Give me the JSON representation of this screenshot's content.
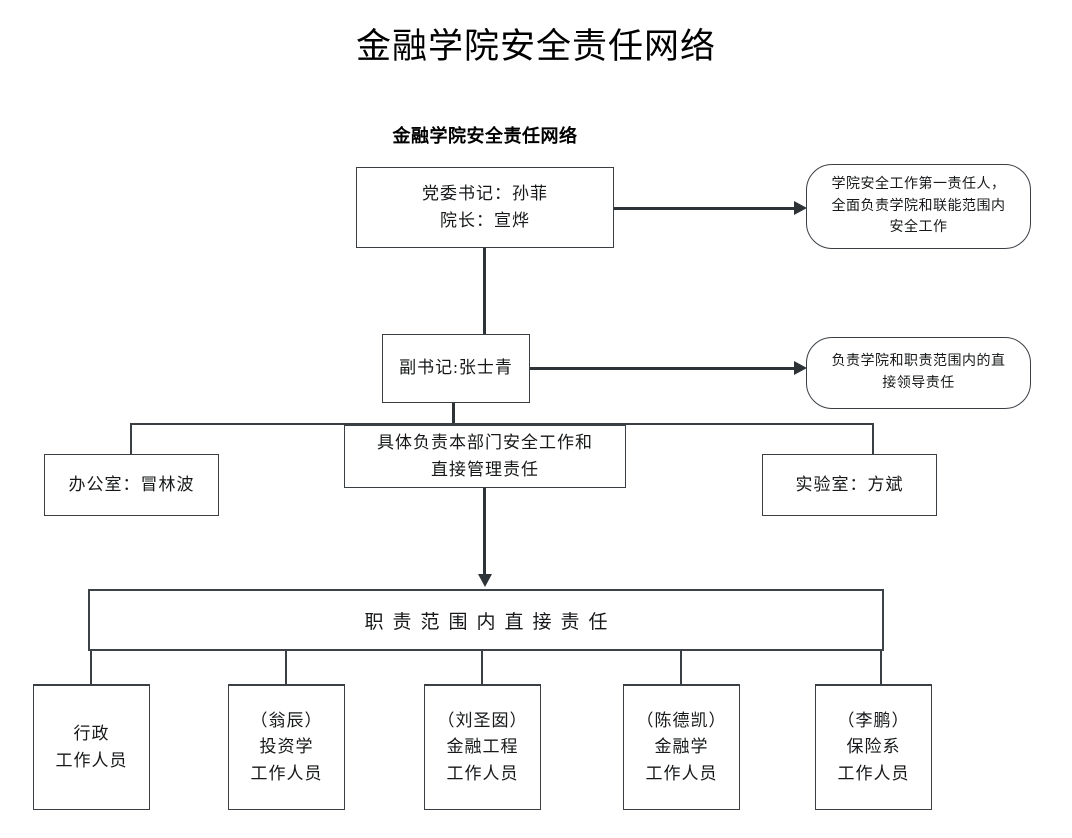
{
  "page": {
    "title": "金融学院安全责任网络",
    "subtitle": "金融学院安全责任网络"
  },
  "nodes": {
    "leader": {
      "line1": "党委书记：孙菲",
      "line2": "院长：宣烨"
    },
    "leader_note": {
      "line1": "学院安全工作第一责任人，",
      "line2": "全面负责学院和联能范围内",
      "line3": "安全工作"
    },
    "deputy": {
      "line1": "副书记:张士青"
    },
    "deputy_note": {
      "line1": "负责学院和职责范围内的直",
      "line2": "接领导责任"
    },
    "department_duty": {
      "line1": "具体负责本部门安全工作和",
      "line2": "直接管理责任"
    },
    "office": {
      "line1": "办公室：冒林波"
    },
    "lab": {
      "line1": "实验室：方斌"
    },
    "direct_duty_bar": {
      "label": "职责范围内直接责任"
    }
  },
  "staff_boxes": [
    {
      "line1": "行政",
      "line2": "工作人员",
      "line3": ""
    },
    {
      "line1": "（翁辰）",
      "line2": "投资学",
      "line3": "工作人员"
    },
    {
      "line1": "（刘圣囡）",
      "line2": "金融工程",
      "line3": "工作人员"
    },
    {
      "line1": "（陈德凯）",
      "line2": "金融学",
      "line3": "工作人员"
    },
    {
      "line1": "（李鹏）",
      "line2": "保险系",
      "line3": "工作人员"
    }
  ],
  "colors": {
    "stroke": "#3a3f44",
    "trunk": "#2e3338",
    "background": "#ffffff",
    "text": "#16181a"
  }
}
